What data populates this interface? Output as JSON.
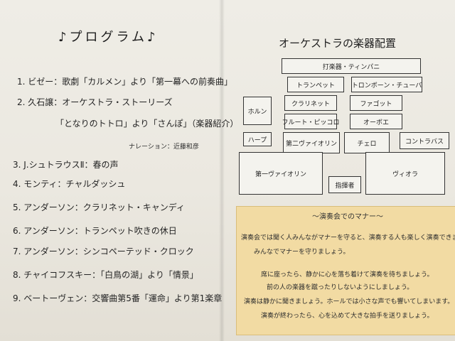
{
  "program": {
    "title": "♪プログラム♪",
    "items": [
      "1. ビゼー：歌劇「カルメン」より「第一幕への前奏曲」",
      "2. 久石譲：オーケストラ・ストーリーズ",
      "「となりのトトロ」より「さんぽ」（楽器紹介）",
      "ナレーション：近藤和彦",
      "3. J.シュトラウスⅡ：春の声",
      "4. モンティ：チャルダッシュ",
      "5. アンダーソン：クラリネット・キャンディ",
      "6. アンダーソン：トランペット吹きの休日",
      "7. アンダーソン：シンコペーテッド・クロック",
      "8. チャイコフスキー：「白鳥の湖」より「情景」",
      "9. ベートーヴェン：交響曲第5番「運命」より第1楽章"
    ]
  },
  "orchestra": {
    "title": "オーケストラの楽器配置",
    "percussion": "打楽器・ティンパニ",
    "trumpet": "トランペット",
    "trombone_tuba": "トロンボーン・チューバ",
    "clarinet": "クラリネット",
    "bassoon": "ファゴット",
    "horn": "ホルン",
    "flute_piccolo": "フルート・ピッコロ",
    "oboe": "オーボエ",
    "harp": "ハープ",
    "second_violin": "第二ヴァイオリン",
    "cello": "チェロ",
    "contrabass": "コントラバス",
    "first_violin": "第一ヴァイオリン",
    "viola": "ヴィオラ",
    "conductor": "指揮者"
  },
  "manners": {
    "title": "～演奏会でのマナー～",
    "intro_1": "演奏会では聞く人みんながマナーを守ると、演奏する人も楽しく演奏できます。",
    "intro_2": "みんなでマナーを守りましょう。",
    "rules": [
      "席に座ったら、静かに心を落ち着けて演奏を待ちましょう。",
      "前の人の楽器を蹴ったりしないようにしましょう。",
      "演奏は静かに聞きましょう。ホールでは小さな声でも響いてしまいます。",
      "演奏が終わったら、心を込めて大きな拍手を送りましょう。"
    ]
  }
}
